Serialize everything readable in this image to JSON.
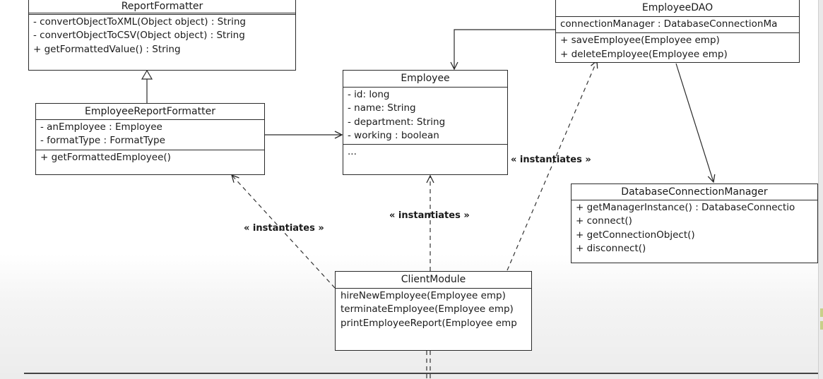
{
  "classes": {
    "report_formatter": {
      "name": "ReportFormatter",
      "attributes": [],
      "operations": [
        "- convertObjectToXML(Object object) : String",
        "- convertObjectToCSV(Object object) : String",
        "+ getFormattedValue() : String"
      ]
    },
    "employee_report_formatter": {
      "name": "EmployeeReportFormatter",
      "attributes": [
        "- anEmployee : Employee",
        "- formatType : FormatType"
      ],
      "operations": [
        "+ getFormattedEmployee()"
      ]
    },
    "employee": {
      "name": "Employee",
      "attributes": [
        "- id: long",
        "- name: String",
        "- department: String",
        "- working : boolean"
      ],
      "operations": [
        "..."
      ]
    },
    "employee_dao": {
      "name": "EmployeeDAO",
      "attributes": [
        "connectionManager : DatabaseConnectionMa"
      ],
      "operations": [
        "+ saveEmployee(Employee emp)",
        "+ deleteEmployee(Employee emp)"
      ]
    },
    "database_connection_manager": {
      "name": "DatabaseConnectionManager",
      "attributes": [],
      "operations": [
        "+ getManagerInstance() : DatabaseConnectio",
        "+ connect()",
        "+ getConnectionObject()",
        "+ disconnect()"
      ]
    },
    "client_module": {
      "name": "ClientModule",
      "attributes": [],
      "operations": [
        "hireNewEmployee(Employee emp)",
        "terminateEmployee(Employee emp)",
        "printEmployeeReport(Employee emp"
      ]
    }
  },
  "stereotypes": {
    "instantiates_formatter": "« instantiates »",
    "instantiates_employee": "« instantiates »",
    "instantiates_dao": "« instantiates »"
  }
}
